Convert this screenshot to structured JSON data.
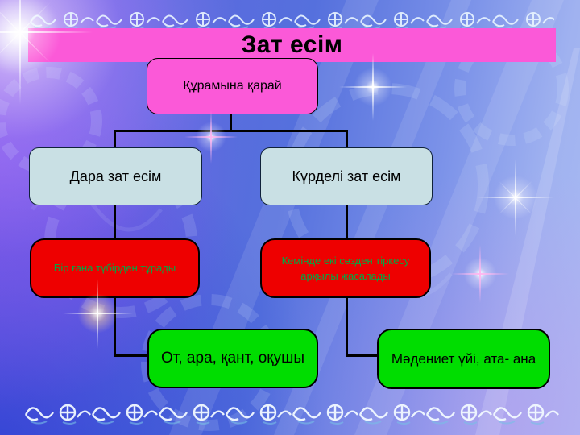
{
  "slide": {
    "title": "Зат есім"
  },
  "diagram": {
    "root": {
      "label": "Құрамына қарай"
    },
    "branches": [
      {
        "category": "Дара зат есім",
        "description": "Бір ғана түбірден тұрады",
        "examples": "От, ара, қант, оқушы"
      },
      {
        "category": "Күрделі зат есім",
        "description": "Кемінде екі сөзден тіркесу арқылы жасалады",
        "examples": "Мәдениет үйі, ата- ана"
      }
    ]
  },
  "colors": {
    "title_bar": "#fb59d8",
    "root_box": "#fb59d8",
    "category_box": "#c9e0e4",
    "description_box": "#ee0000",
    "description_text": "#00aa44",
    "examples_box": "#00dd00",
    "connector": "#000000",
    "background_blue": "#5570dd",
    "background_purple": "#7e63e6"
  }
}
